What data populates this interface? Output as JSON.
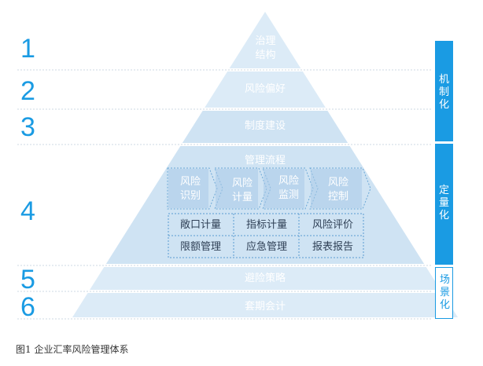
{
  "levels": [
    {
      "num": "1",
      "label": "治理\n结构"
    },
    {
      "num": "2",
      "label": "风险偏好"
    },
    {
      "num": "3",
      "label": "制度建设"
    },
    {
      "num": "4",
      "label": "管理流程"
    },
    {
      "num": "5",
      "label": "避险策略"
    },
    {
      "num": "6",
      "label": "套期会计"
    }
  ],
  "process_steps": [
    "风险\n识别",
    "风险\n计量",
    "风险\n监测",
    "风险\n控制"
  ],
  "sub_boxes": [
    [
      "敞口计量",
      "指标计量",
      "风险评价"
    ],
    [
      "限额管理",
      "应急管理",
      "报表报告"
    ]
  ],
  "side_labels": [
    "机制化",
    "定量化",
    "场景化"
  ],
  "caption": "图1  企业汇率风险管理体系",
  "colors": {
    "accent": "#1a9be3",
    "pyramid_light": "#dcebf7",
    "pyramid_mid": "#cfe3f3",
    "chevron_border": "#6aa7d6",
    "text_dark": "#2e3f55"
  }
}
